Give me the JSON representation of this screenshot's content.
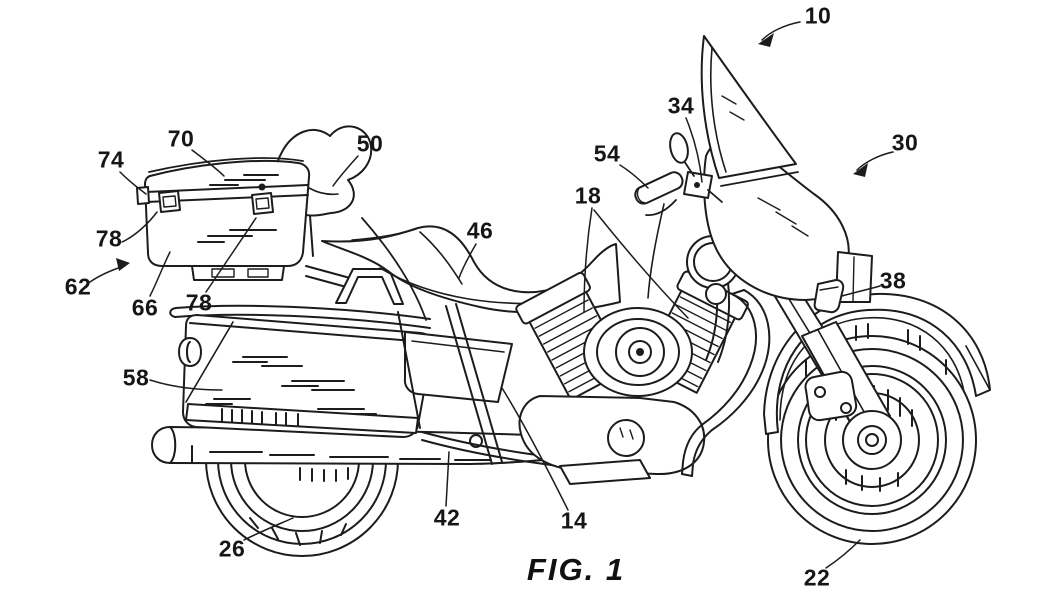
{
  "figure": {
    "caption": "FIG. 1",
    "kind": "patent-line-drawing",
    "subject": "touring motorcycle side view"
  },
  "colors": {
    "ink": "#1c1c1c",
    "paper": "#ffffff"
  },
  "labels": [
    {
      "text": "10"
    },
    {
      "text": "30"
    },
    {
      "text": "34"
    },
    {
      "text": "54"
    },
    {
      "text": "18"
    },
    {
      "text": "38"
    },
    {
      "text": "70"
    },
    {
      "text": "74"
    },
    {
      "text": "50"
    },
    {
      "text": "46"
    },
    {
      "text": "78"
    },
    {
      "text": "62"
    },
    {
      "text": "66"
    },
    {
      "text": "78"
    },
    {
      "text": "58"
    },
    {
      "text": "26"
    },
    {
      "text": "42"
    },
    {
      "text": "14"
    },
    {
      "text": "22"
    }
  ]
}
